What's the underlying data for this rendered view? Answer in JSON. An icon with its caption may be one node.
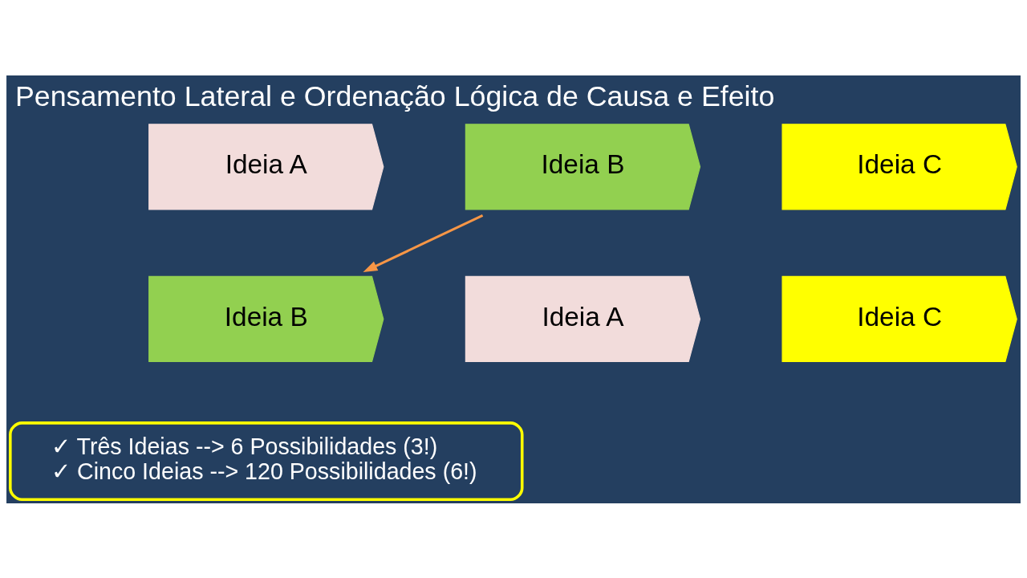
{
  "diagram": {
    "title": "Pensamento Lateral e Ordenação Lógica de Causa e Efeito",
    "nodes": [
      {
        "text": [
          "Ideia A"
        ]
      },
      {
        "text": [
          "Ideia B"
        ]
      },
      {
        "text": [
          "Ideia C"
        ]
      },
      {
        "text": [
          "Ideia B"
        ]
      },
      {
        "text": [
          "Ideia A"
        ]
      },
      {
        "text": [
          "Ideia C"
        ]
      },
      {
        "text": [
          "✓ Três Ideias --> 6 Possibilidades (3!)",
          "✓ Cinco Ideias --> 120 Possibilidades (6!)"
        ]
      }
    ],
    "edges": [
      {
        "from": 1,
        "to": 3,
        "arrow": "to",
        "color": "#f79646"
      }
    ]
  }
}
